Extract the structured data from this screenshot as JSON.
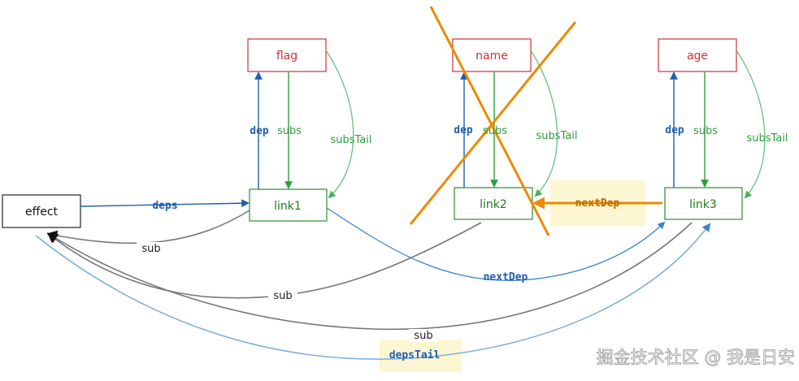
{
  "nodes": {
    "effect": "effect",
    "flag": "flag",
    "name": "name",
    "age": "age",
    "link1": "link1",
    "link2": "link2",
    "link3": "link3"
  },
  "edges": {
    "deps": "deps",
    "dep": "dep",
    "subs": "subs",
    "subsTail": "subsTail",
    "sub": "sub",
    "nextDep": "nextDep",
    "depsTail": "depsTail"
  },
  "watermark": "掘金技术社区 @ 我是日安",
  "colors": {
    "dep_node_border": "#cc3333",
    "dep_node_text": "#cc3333",
    "link_border": "#2e8b2e",
    "link_text": "#1f7a1f",
    "effect_border": "#222222",
    "blue_arrow": "#1f5fb0",
    "green_arrow": "#2e9e3e",
    "light_green_arrow": "#6cc07a",
    "gray_arrow": "#777777",
    "light_blue_arrow": "#7aaed8",
    "orange": "#ec8a00",
    "highlight": "#fdf6d3"
  }
}
